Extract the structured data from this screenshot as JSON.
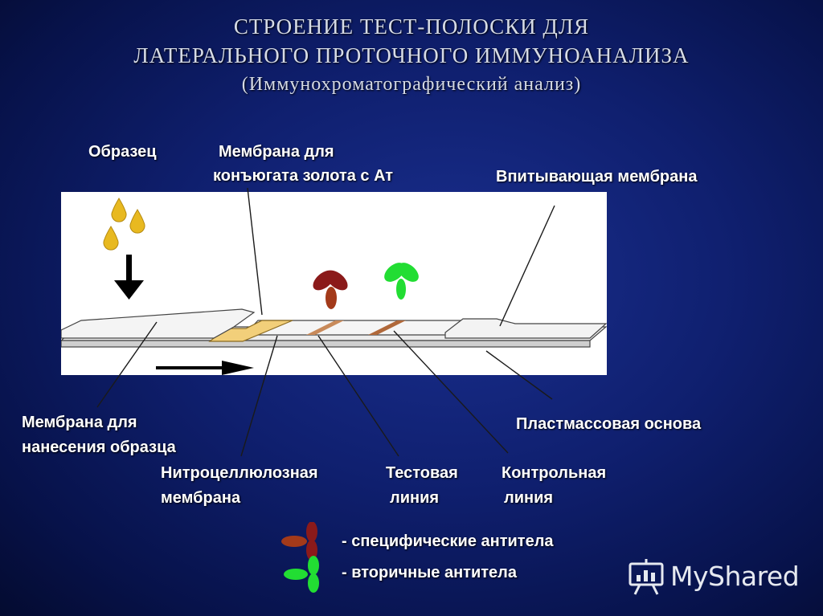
{
  "title": {
    "line1": "СТРОЕНИЕ ТЕСТ-ПОЛОСКИ ДЛЯ",
    "line2": "ЛАТЕРАЛЬНОГО ПРОТОЧНОГО ИММУНОАНАЛИЗА",
    "line3": "(Иммунохроматографический анализ)"
  },
  "labels": {
    "sample": "Образец",
    "conjugate_pad_1": "Мембрана для",
    "conjugate_pad_2": "конъюгата золота с Ат",
    "absorbent_pad": "Впитывающая мембрана",
    "sample_pad_1": "Мембрана для",
    "sample_pad_2": "нанесения образца",
    "plastic_base": "Пластмассовая основа",
    "nitrocellulose_1": "Нитроцеллюлозная",
    "nitrocellulose_2": "мембрана",
    "test_line_1": "Тестовая",
    "test_line_2": "линия",
    "control_line_1": "Контрольная",
    "control_line_2": "линия"
  },
  "legend": {
    "specific": "- специфические антитела",
    "secondary": "- вторичные антитела"
  },
  "watermark": {
    "text": "MyShared",
    "icon": "presentation-board-icon"
  },
  "colors": {
    "sample_drop": "#e8b920",
    "conjugate_pad": "#f2cf7a",
    "test_line": "#c88a5a",
    "control_line": "#b0683a",
    "specific_antibody": "#8b1a1a",
    "secondary_antibody": "#22dd33"
  }
}
